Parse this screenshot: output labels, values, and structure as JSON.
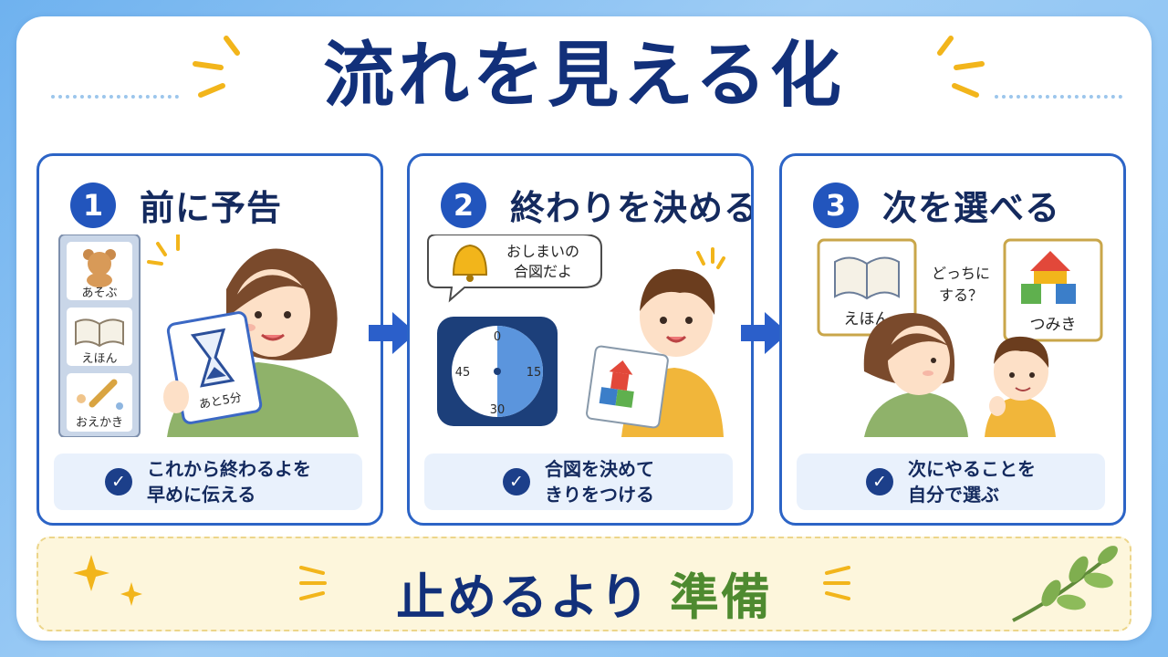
{
  "title": "流れを見える化",
  "steps": [
    {
      "number": "1",
      "title": "前に予告",
      "schedule": [
        "あそぶ",
        "えほん",
        "おえかき"
      ],
      "card_text": "あと5分",
      "note_line1": "これから終わるよを",
      "note_line2": "早めに伝える"
    },
    {
      "number": "2",
      "title": "終わりを決める",
      "speech_line1": "おしまいの",
      "speech_line2": "合図だよ",
      "timer_labels": [
        "0",
        "15",
        "30",
        "45"
      ],
      "note_line1": "合図を決めて",
      "note_line2": "きりをつける"
    },
    {
      "number": "3",
      "title": "次を選べる",
      "choice_left": "えほん",
      "choice_right": "つみき",
      "question_line1": "どっちに",
      "question_line2": "する？",
      "note_line1": "次にやることを",
      "note_line2": "自分で選ぶ"
    }
  ],
  "footer": {
    "text_main": "止めるより",
    "text_highlight": "準備"
  },
  "colors": {
    "accent_blue": "#2255bd",
    "title_navy": "#12307a",
    "highlight_green": "#4e8a30"
  }
}
